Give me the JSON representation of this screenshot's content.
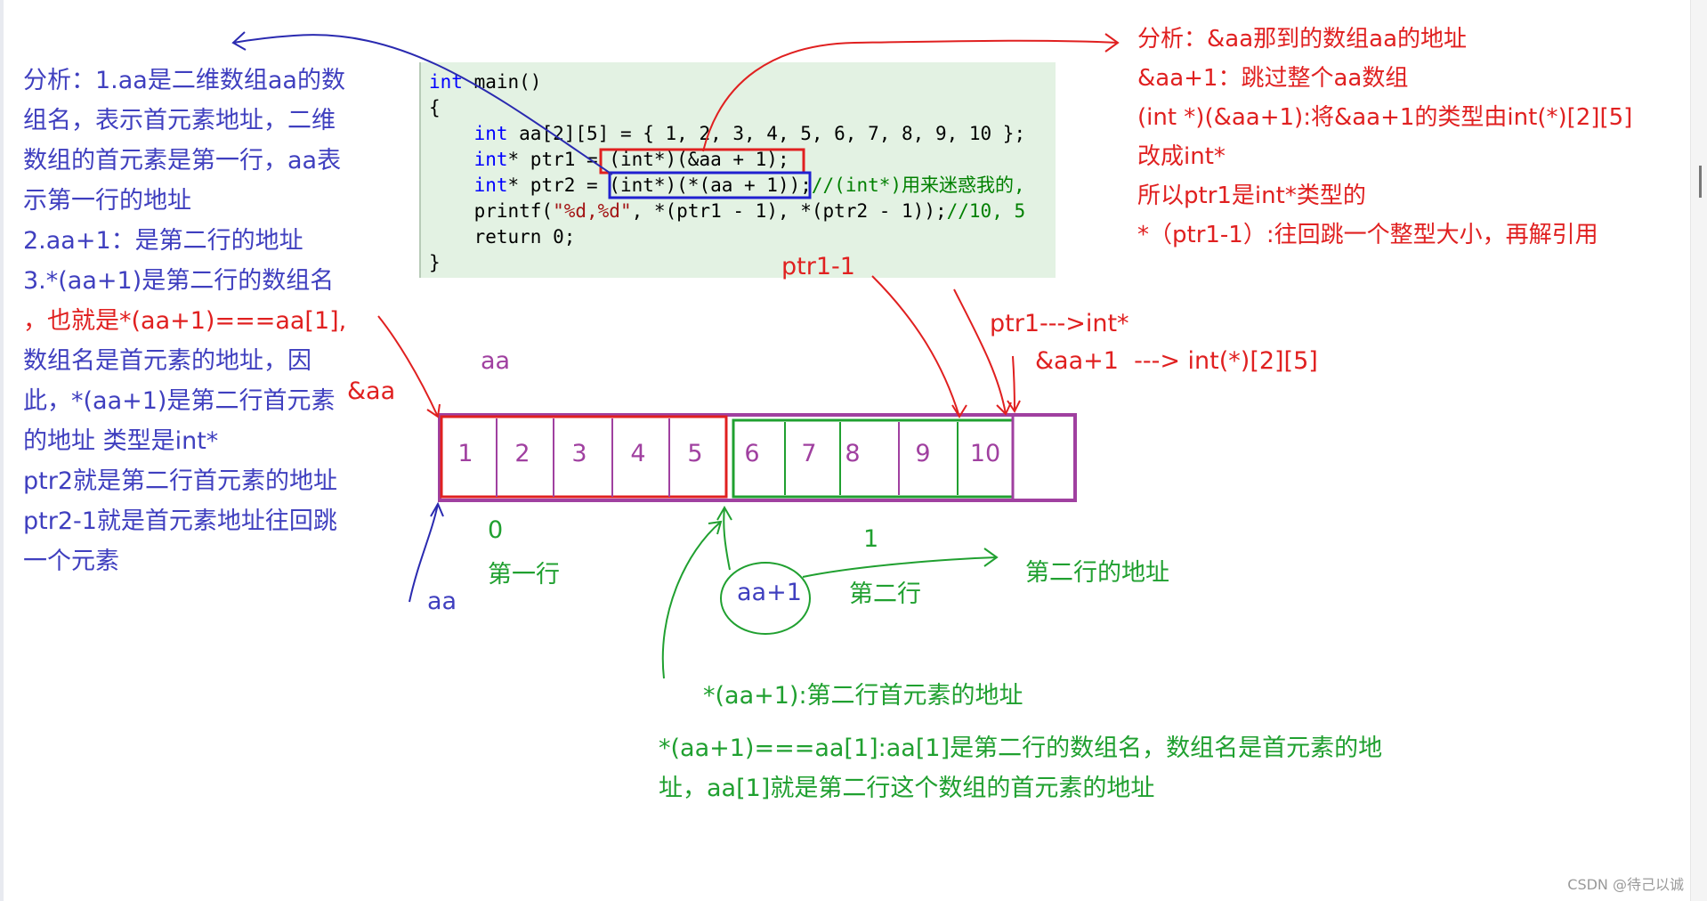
{
  "left_notes": [
    "分析：1.aa是二维数组aa的数",
    "组名，表示首元素地址，二维",
    "数组的首元素是第一行，aa表",
    "示第一行的地址",
    "2.aa+1：是第二行的地址",
    "3.*(aa+1)是第二行的数组名",
    "，也就是*(aa+1)===aa[1],",
    "数组名是首元素的地址，因",
    "此，*(aa+1)是第二行首元素",
    "的地址  类型是int*",
    "ptr2就是第二行首元素的地址",
    "ptr2-1就是首元素地址往回跳",
    "一个元素"
  ],
  "right_notes": [
    "分析：&aa那到的数组aa的地址",
    "&aa+1：跳过整个aa数组",
    "(int *)(&aa+1):将&aa+1的类型由int(*)[2][5]",
    "改成int*",
    "所以ptr1是int*类型的",
    "*（ptr1-1）:往回跳一个整型大小，再解引用"
  ],
  "code": {
    "line1_kw": "int",
    "line1_rest": " main()",
    "line2": "{",
    "line3_kw": "int",
    "line3_rest": " aa[2][5] = { 1, 2, 3, 4, 5, 6, 7, 8, 9, 10 };",
    "line4_kw": "int",
    "line4_rest": "* ptr1 = (int*)(&aa + 1);",
    "line5_kw": "int",
    "line5_rest": "* ptr2 = (int*)(*(aa + 1));",
    "line5_comment": "//(int*)用来迷惑我的,",
    "line6_a": "printf(",
    "line6_str": "\"%d,%d\"",
    "line6_b": ", *(ptr1 - 1), *(ptr2 - 1));",
    "line6_comment": "//10, 5",
    "line7": "return 0;",
    "line8": "}"
  },
  "array_cells": [
    "1",
    "2",
    "3",
    "4",
    "5",
    "6",
    "7",
    "8",
    "9",
    "10"
  ],
  "labels": {
    "aa_top": "aa",
    "amp_aa": "&aa",
    "ptr1_minus_1": "ptr1-1",
    "ptr1_type": "ptr1--->int*",
    "amp_aa_plus_1_type": "&aa+1  ---> int(*)[2][5]",
    "row0_index": "0",
    "row0_name": "第一行",
    "aa_bottom": "aa",
    "aa_plus_1": "aa+1",
    "row1_index": "1",
    "row1_name": "第二行",
    "row1_address": "第二行的地址"
  },
  "green_notes": [
    "*(aa+1):第二行首元素的地址",
    "*(aa+1)===aa[1]:aa[1]是第二行的数组名，数组名是首元素的地",
    "址，aa[1]就是第二行这个数组的首元素的地址"
  ],
  "footer": "CSDN @待己以诚"
}
